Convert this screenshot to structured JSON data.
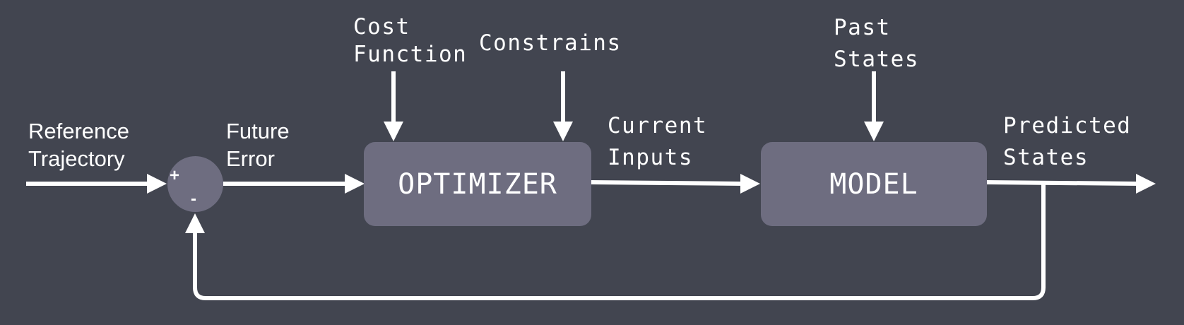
{
  "diagram": {
    "labels": {
      "reference_trajectory": [
        "Reference",
        "Trajectory"
      ],
      "future_error": [
        "Future",
        "Error"
      ],
      "cost_function": [
        "Cost",
        "Function"
      ],
      "constrains": [
        "Constrains"
      ],
      "current_inputs": [
        "Current",
        "Inputs"
      ],
      "past_states": [
        "Past",
        "States"
      ],
      "predicted_states": [
        "Predicted",
        "States"
      ]
    },
    "blocks": {
      "optimizer": "OPTIMIZER",
      "model": "MODEL"
    },
    "summing_junction": {
      "plus": "+",
      "minus": "-"
    },
    "colors": {
      "background": "#424550",
      "block_fill": "#6e6d80",
      "line": "#ffffff",
      "text": "#ffffff"
    }
  }
}
